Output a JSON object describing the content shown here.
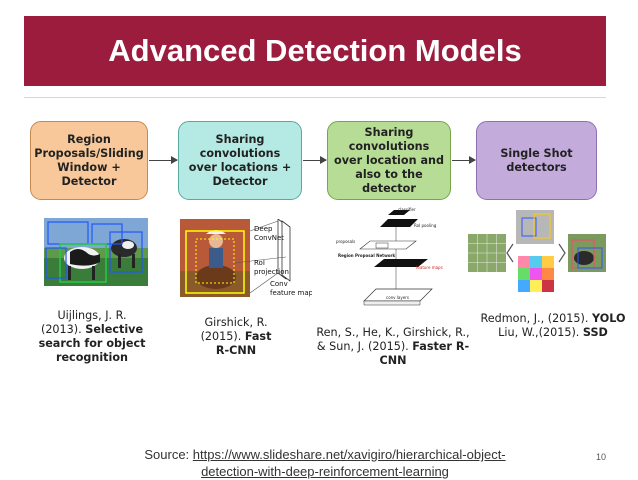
{
  "title": "Advanced Detection Models",
  "stages": [
    {
      "label": "Region Proposals/Sliding Window + Detector",
      "color": "#f8c89a"
    },
    {
      "label": "Sharing convolutions over locations + Detector",
      "color": "#b5e9e4"
    },
    {
      "label": "Sharing convolutions over location and also to the detector",
      "color": "#b6dc96"
    },
    {
      "label": "Single Shot detectors",
      "color": "#c3acdb"
    }
  ],
  "citations": [
    {
      "prefix": "Uijlings, J. R. (2013). ",
      "bold": "Selective search for object recognition"
    },
    {
      "prefix": "Girshick, R. (2015). ",
      "bold": "Fast R-CNN"
    },
    {
      "prefix": "Ren, S., He, K., Girshick, R., & Sun, J. (2015). ",
      "bold": "Faster R-CNN"
    },
    {
      "line1_prefix": "Redmon, J., (2015). ",
      "line1_bold": "YOLO",
      "line2_prefix": "Liu, W.,(2015). ",
      "line2_bold": "SSD"
    }
  ],
  "fast_rcnn_labels": {
    "deep": "Deep",
    "convnet": "ConvNet",
    "roi": "RoI",
    "projection": "projection",
    "conv": "Conv",
    "feature_map": "feature map"
  },
  "faster_rcnn_labels": {
    "classifier": "classifier",
    "roi_pooling": "RoI pooling",
    "proposals": "proposals",
    "rpn": "Region Proposal Network",
    "feature_maps": "feature maps",
    "conv_layers": "conv layers"
  },
  "source": {
    "prefix": "Source: ",
    "link_line1": "https://www.slideshare.net/xavigiro/hierarchical-object-",
    "link_line2": "detection-with-deep-reinforcement-learning"
  },
  "slide_number": "10"
}
